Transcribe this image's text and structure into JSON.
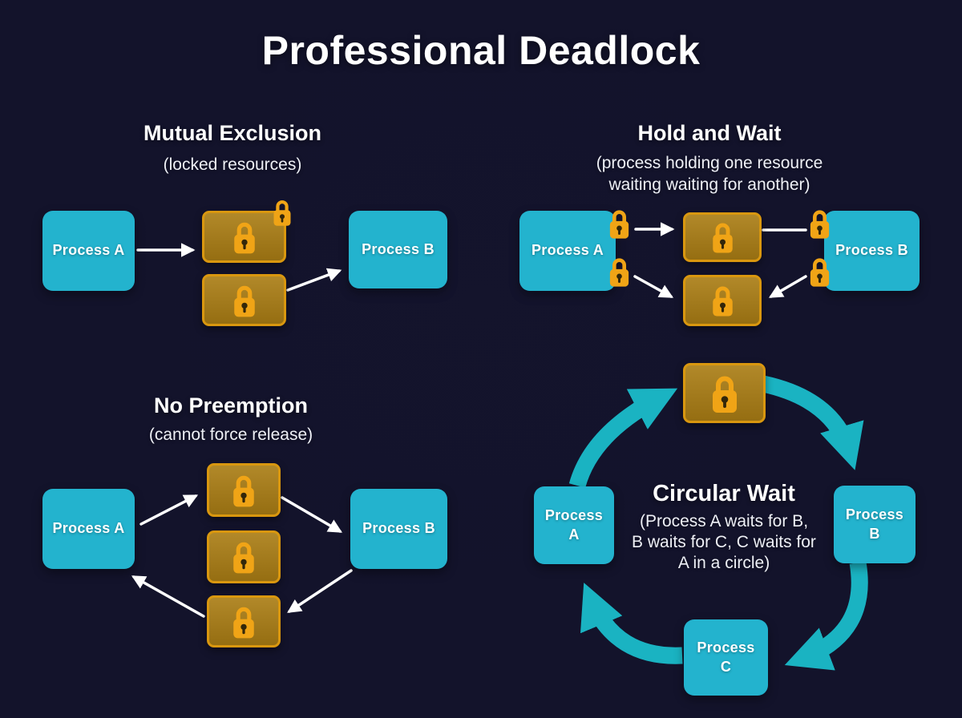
{
  "title": "Professional Deadlock",
  "icons": {
    "lock": "closed-padlock"
  },
  "colors": {
    "background": "#13132b",
    "process_box": "#23b3ce",
    "process_text": "#ffffff",
    "resource_fill": "#aa7d14",
    "resource_border": "#d9970f",
    "lock": "#f0a416",
    "keyhole": "#33270a",
    "arrow_white": "#ffffff",
    "arrow_teal": "#1ab3c2",
    "heading_text": "#ffffff",
    "subheading_text": "#eef0f6"
  },
  "sections": {
    "mutual_exclusion": {
      "heading": "Mutual Exclusion",
      "subheading": "(locked resources)",
      "process_a": "Process A",
      "process_b": "Process B"
    },
    "hold_and_wait": {
      "heading": "Hold and Wait",
      "subheading": "(process holding one resource\nwaiting waiting for another)",
      "process_a": "Process A",
      "process_b": "Process B"
    },
    "no_preemption": {
      "heading": "No Preemption",
      "subheading": "(cannot force release)",
      "process_a": "Process A",
      "process_b": "Process B"
    },
    "circular_wait": {
      "heading": "Circular Wait",
      "subheading": "(Process A waits for B,\nB waits for C, C waits for\nA in a circle)",
      "process_a": "Process\nA",
      "process_b": "Process\nB",
      "process_c": "Process\nC"
    }
  }
}
